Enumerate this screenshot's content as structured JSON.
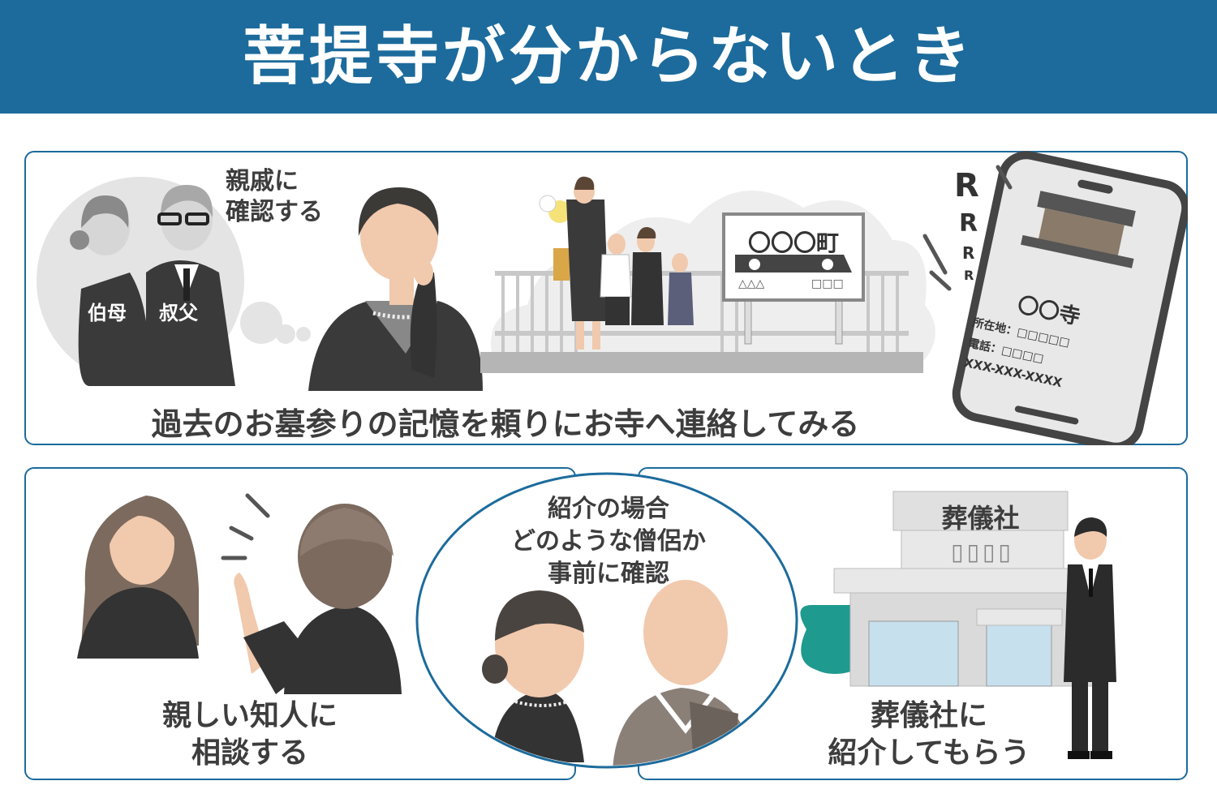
{
  "header": {
    "title": "菩提寺が分からないとき"
  },
  "panel_top": {
    "thought": "親戚に\n確認する",
    "aunt_label": "伯母",
    "uncle_label": "叔父",
    "station_sign": "〇〇〇町",
    "station_sign_left": "△△△",
    "station_sign_right": "□□□",
    "phone_temple": "〇〇寺",
    "phone_address_label": "所在地：",
    "phone_address_value": "□□□□□",
    "phone_tel_label": "電話：",
    "phone_tel_value": "□□□□",
    "phone_number": "XXX-XXX-XXXX",
    "ring_text": [
      "R",
      "R",
      "R",
      "R"
    ],
    "caption": "過去のお墓参りの記憶を頼りにお寺へ連絡してみる"
  },
  "panel_bottom_left": {
    "caption_line1": "親しい知人に",
    "caption_line2": "相談する"
  },
  "bubble_center": {
    "line1": "紹介の場合",
    "line2": "どのような僧侶か",
    "line3": "事前に確認"
  },
  "panel_bottom_right": {
    "building_sign": "葬儀社",
    "building_marks": "▯▯▯▯",
    "caption_line1": "葬儀社に",
    "caption_line2": "紹介してもらう"
  },
  "colors": {
    "brand": "#1c6b9c",
    "text": "#3d3d3d",
    "dark_clothes": "#333333"
  }
}
